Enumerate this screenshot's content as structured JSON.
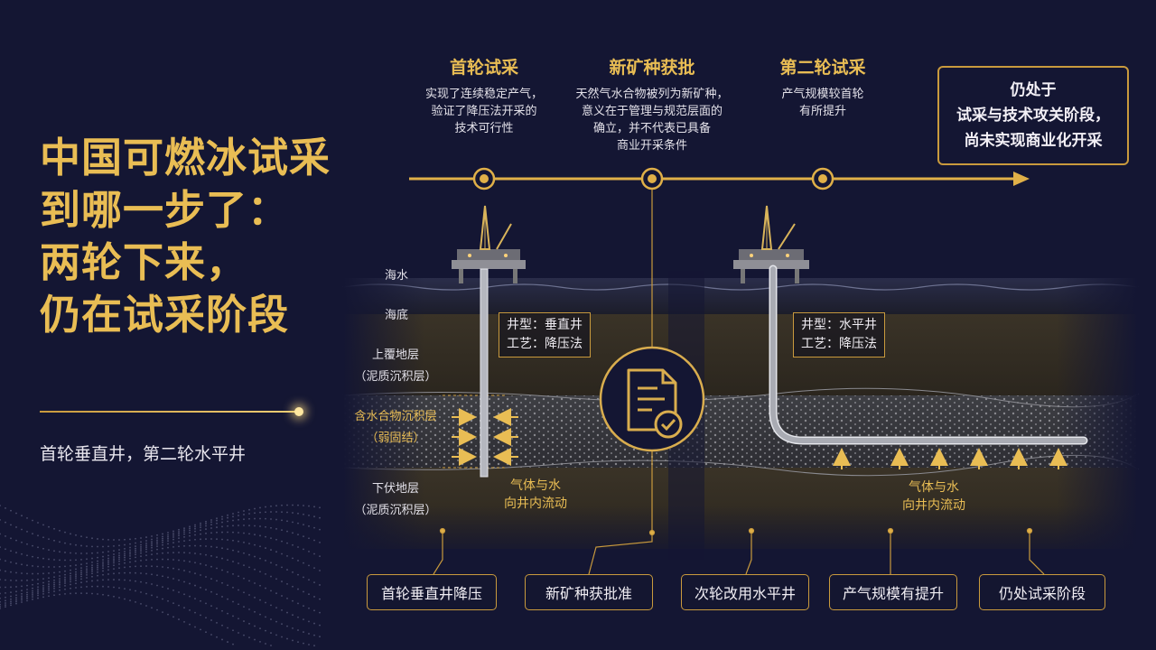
{
  "title": {
    "lines": [
      "中国可燃冰试采",
      "到哪一步了：",
      "两轮下来，",
      "仍在试采阶段"
    ]
  },
  "subtitle": "首轮垂直井，第二轮水平井",
  "timeline": {
    "milestones": [
      {
        "title": "首轮试采",
        "desc": [
          "实现了连续稳定产气，",
          "验证了降压法开采的",
          "技术可行性"
        ]
      },
      {
        "title": "新矿种获批",
        "desc": [
          "天然气水合物被列为新矿种，",
          "意义在于管理与规范层面的",
          "确立，并不代表已具备",
          "商业开采条件"
        ]
      },
      {
        "title": "第二轮试采",
        "desc": [
          "产气规模较首轮",
          "有所提升"
        ]
      }
    ],
    "status": [
      "仍处于",
      "试采与技术攻关阶段，",
      "尚未实现商业化开采"
    ]
  },
  "layers": {
    "seawater": "海水",
    "seabed": "海底",
    "overburden": [
      "上覆地层",
      "（泥质沉积层）"
    ],
    "hydrate": [
      "含水合物沉积层",
      "（弱固结）"
    ],
    "underburden": [
      "下伏地层",
      "（泥质沉积层）"
    ]
  },
  "wells": {
    "first": {
      "type": "井型：垂直井",
      "method": "工艺：降压法",
      "flow": [
        "气体与水",
        "向井内流动"
      ]
    },
    "second": {
      "type": "井型：水平井",
      "method": "工艺：降压法",
      "flow": [
        "气体与水",
        "向井内流动"
      ]
    }
  },
  "bottom_steps": [
    "首轮垂直井降压",
    "新矿种获批准",
    "次轮改用水平井",
    "产气规模有提升",
    "仍处试采阶段"
  ],
  "colors": {
    "background": "#141633",
    "gold": "#e9bd54",
    "accent_line": "#c99a3d"
  },
  "icons": {
    "approval": "document-check-icon"
  }
}
